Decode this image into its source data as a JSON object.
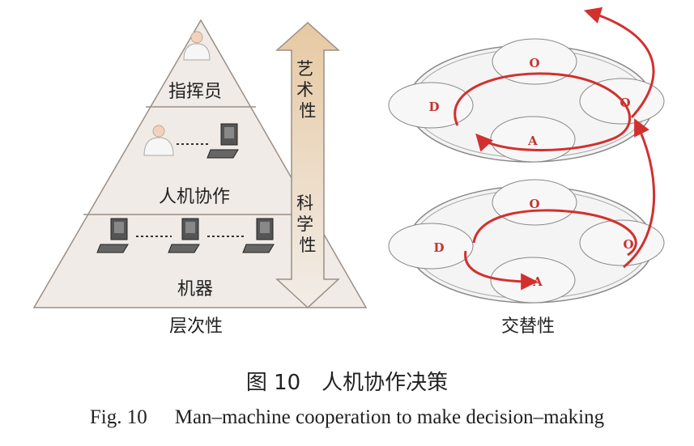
{
  "pyramid": {
    "top_label": "指挥员",
    "middle_label": "人机协作",
    "bottom_label": "机器",
    "under_label": "层次性"
  },
  "arrow": {
    "upper_text": "艺术性",
    "lower_text": "科学性"
  },
  "networks": {
    "under_label": "交替性",
    "upper_nodes": [
      "O",
      "D",
      "O",
      "A"
    ],
    "lower_nodes": [
      "O",
      "D",
      "O",
      "A"
    ]
  },
  "caption": {
    "cn": "图 10　人机协作决策",
    "en_num": "Fig. 10",
    "en_text": "Man–machine cooperation to make decision–making"
  },
  "colors": {
    "pyramid_fill": "#f0ebe6",
    "pyramid_stroke": "#9a8f86",
    "arrow_fill": "#e6c9a2",
    "cycle_red": "#d2302f",
    "node_letter": "#c8322e"
  }
}
